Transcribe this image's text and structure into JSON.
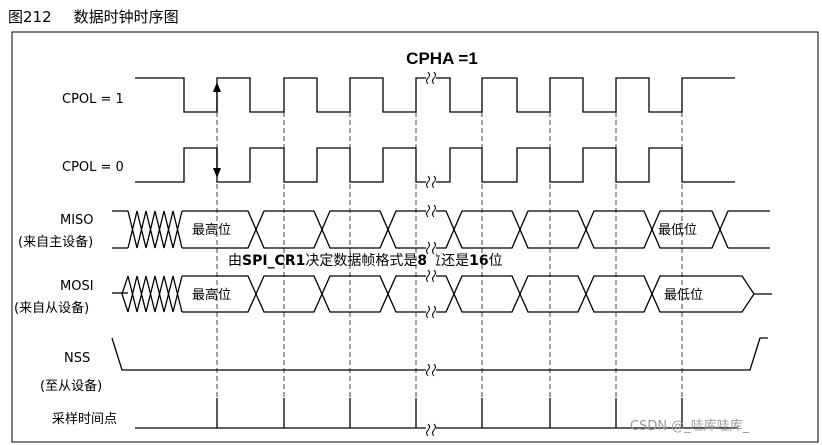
{
  "caption": {
    "number": "图212",
    "title": "数据时钟时序图"
  },
  "diagram": {
    "title": "CPHA =1",
    "signals": {
      "cpol1": "CPOL = 1",
      "cpol0": "CPOL = 0",
      "miso": "MISO",
      "miso_sub": "(来自主设备)",
      "mosi": "MOSI",
      "mosi_sub": "(来自从设备)",
      "nss": "NSS",
      "nss_sub": "(至从设备)",
      "sample": "采样时间点"
    },
    "miso_first": "最高位",
    "miso_last": "最低位",
    "mosi_first": "最高位",
    "mosi_last": "最低位",
    "note": {
      "pre": "由",
      "reg": "SPI_CR1",
      "mid": "决定数据帧格式是",
      "n1": "8",
      "mid2": "位还是",
      "n2": "16",
      "post": "位"
    }
  },
  "watermark": "CSDN @_哇库哇库_"
}
